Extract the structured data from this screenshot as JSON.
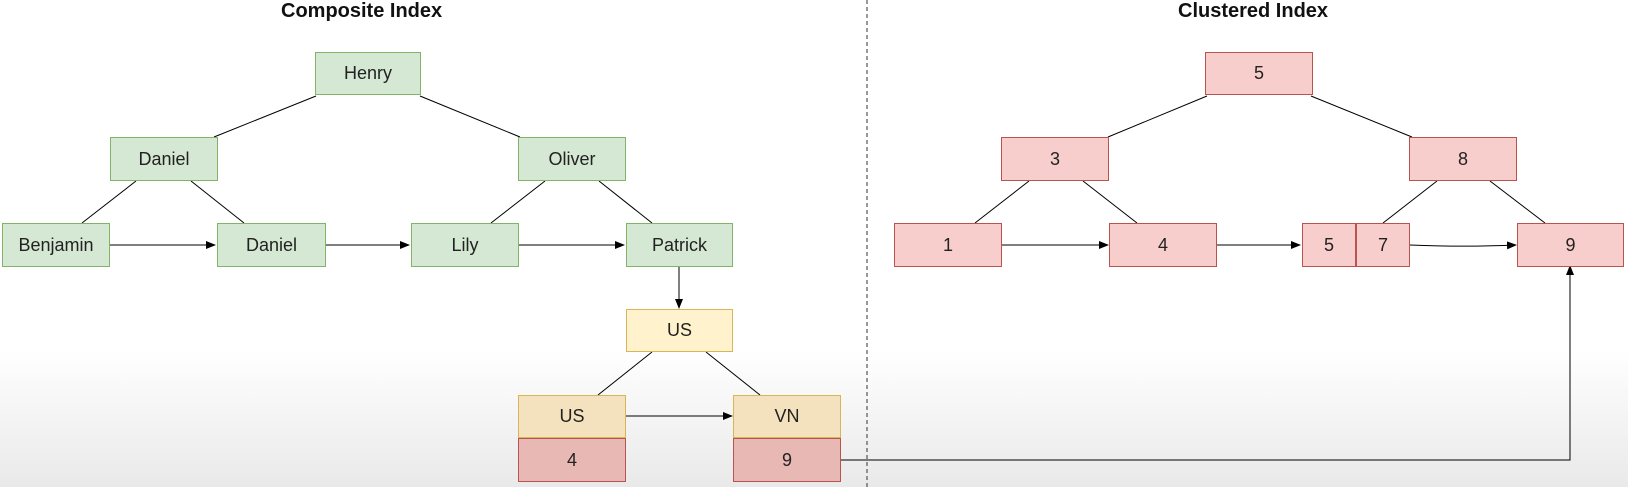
{
  "composite": {
    "title": "Composite Index",
    "root": "Henry",
    "level1": [
      "Daniel",
      "Oliver"
    ],
    "leaves": [
      "Benjamin",
      "Daniel",
      "Lily",
      "Patrick"
    ],
    "country_root": "US",
    "country_leaves": [
      {
        "key": "US",
        "value": "4"
      },
      {
        "key": "VN",
        "value": "9"
      }
    ]
  },
  "clustered": {
    "title": "Clustered Index",
    "root": "5",
    "level1": [
      "3",
      "8"
    ],
    "leaves": [
      "1",
      "4",
      "5",
      "7",
      "9"
    ]
  },
  "colors": {
    "green_fill": "#d5e8d4",
    "green_stroke": "#82b366",
    "red_fill": "#f8cecc",
    "red_stroke": "#b85450",
    "yellow_fill": "#fff2cc",
    "yellow_stroke": "#d6b656"
  }
}
